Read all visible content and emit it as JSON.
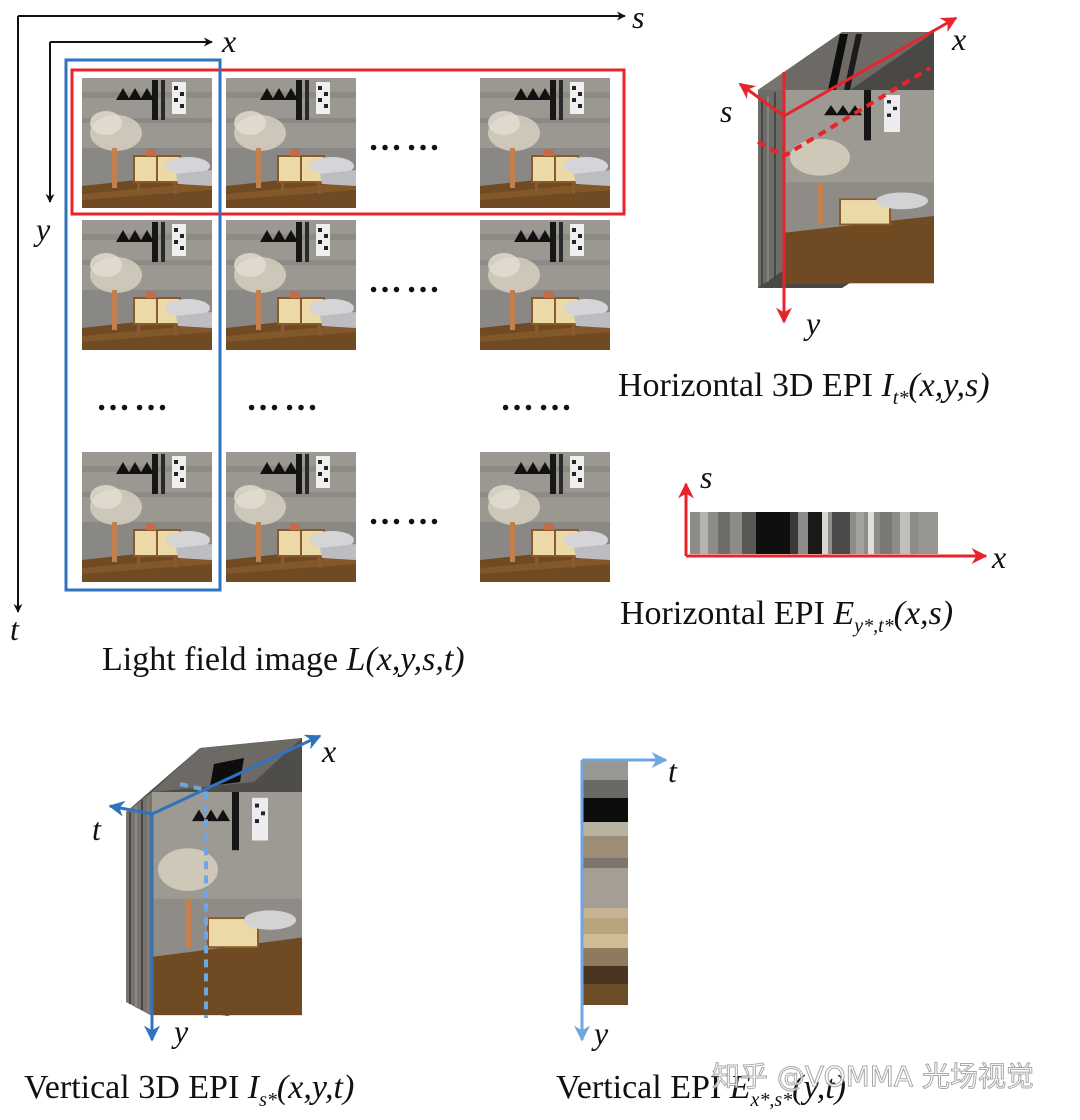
{
  "colors": {
    "red": "#e8232b",
    "blue": "#2f73bf",
    "light_blue": "#6ea6e0",
    "black": "#111111"
  },
  "axes": {
    "s": "s",
    "x": "x",
    "y": "y",
    "t": "t"
  },
  "ellipsis": "……",
  "captions": {
    "light_field": {
      "pre": "Light field image ",
      "fn": "L",
      "args": "(x,y,s,t)"
    },
    "h3d": {
      "pre": "Horizontal 3D EPI ",
      "fn": "I",
      "sub": "t*",
      "args": "(x,y,s)"
    },
    "hepi": {
      "pre": "Horizontal EPI ",
      "fn": "E",
      "sub": "y*,t*",
      "args": "(x,s)"
    },
    "v3d": {
      "pre": "Vertical 3D EPI ",
      "fn": "I",
      "sub": "s*",
      "args": "(x,y,t)"
    },
    "vepi": {
      "pre": "Vertical EPI ",
      "fn": "E",
      "sub": "x*,s*",
      "args": "(y,t)"
    }
  },
  "watermark": "知乎 @VOMMA 光场视觉"
}
